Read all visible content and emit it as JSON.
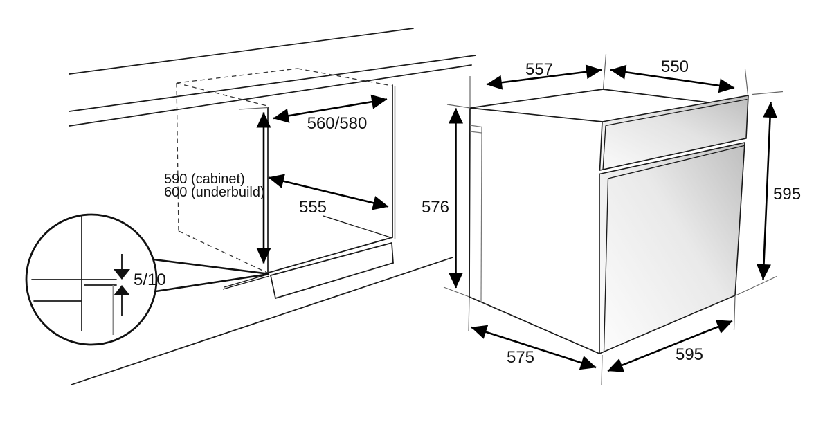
{
  "figure": {
    "niche": {
      "width": "560/580",
      "depth": "555",
      "height_line1": "590 (cabinet)",
      "height_line2": "600 (underbuild)",
      "plinth_gap": "5/10"
    },
    "oven": {
      "depth_top": "557",
      "width_top": "550",
      "height_left": "576",
      "height_right": "595",
      "depth_bottom": "575",
      "width_bottom": "595"
    }
  }
}
